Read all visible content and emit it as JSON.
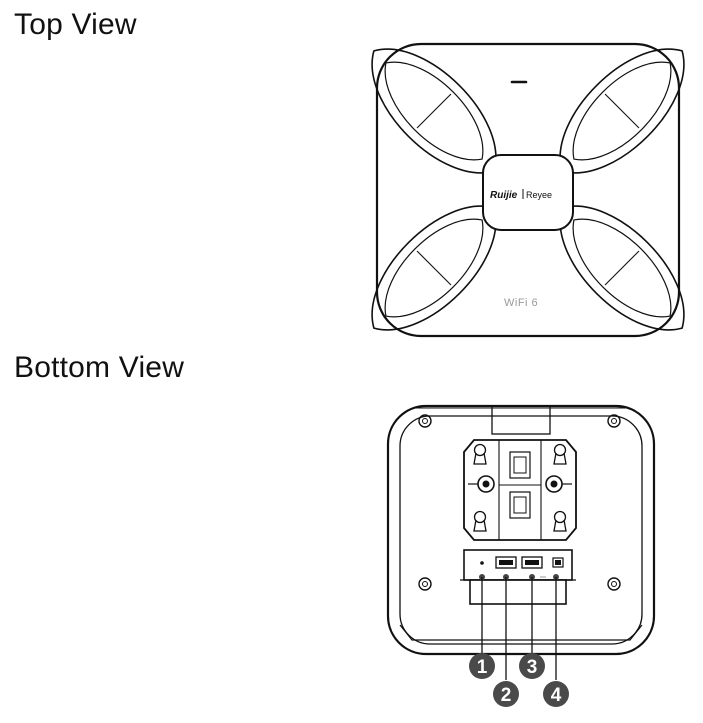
{
  "headings": {
    "top": "Top View",
    "bottom": "Bottom View"
  },
  "top_view": {
    "logo_left": "Ruijie",
    "logo_right": "Reyee",
    "wifi_mark": "WiFi 6"
  },
  "callouts": [
    "1",
    "2",
    "3",
    "4"
  ],
  "colors": {
    "line": "#111111",
    "callout_fill": "#4a4a4a",
    "callout_text": "#ffffff",
    "logo_fill": "#111111",
    "wifi_text": "#9a9a9a"
  }
}
